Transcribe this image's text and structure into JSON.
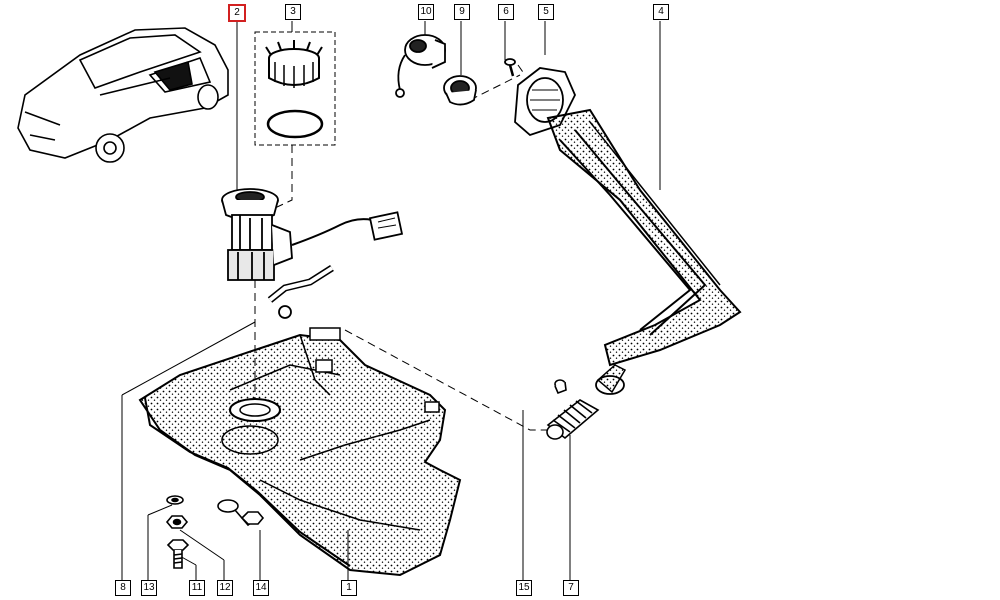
{
  "diagram": {
    "callouts": {
      "c1": "1",
      "c2": "2",
      "c3": "3",
      "c4": "4",
      "c5": "5",
      "c6": "6",
      "c7": "7",
      "c8": "8",
      "c9": "9",
      "c10": "10",
      "c11": "11",
      "c12": "12",
      "c13": "13",
      "c14": "14",
      "c15": "15"
    },
    "highlighted_callout": "2",
    "colors": {
      "line": "#000000",
      "highlight": "#d22020",
      "background": "#ffffff"
    }
  }
}
